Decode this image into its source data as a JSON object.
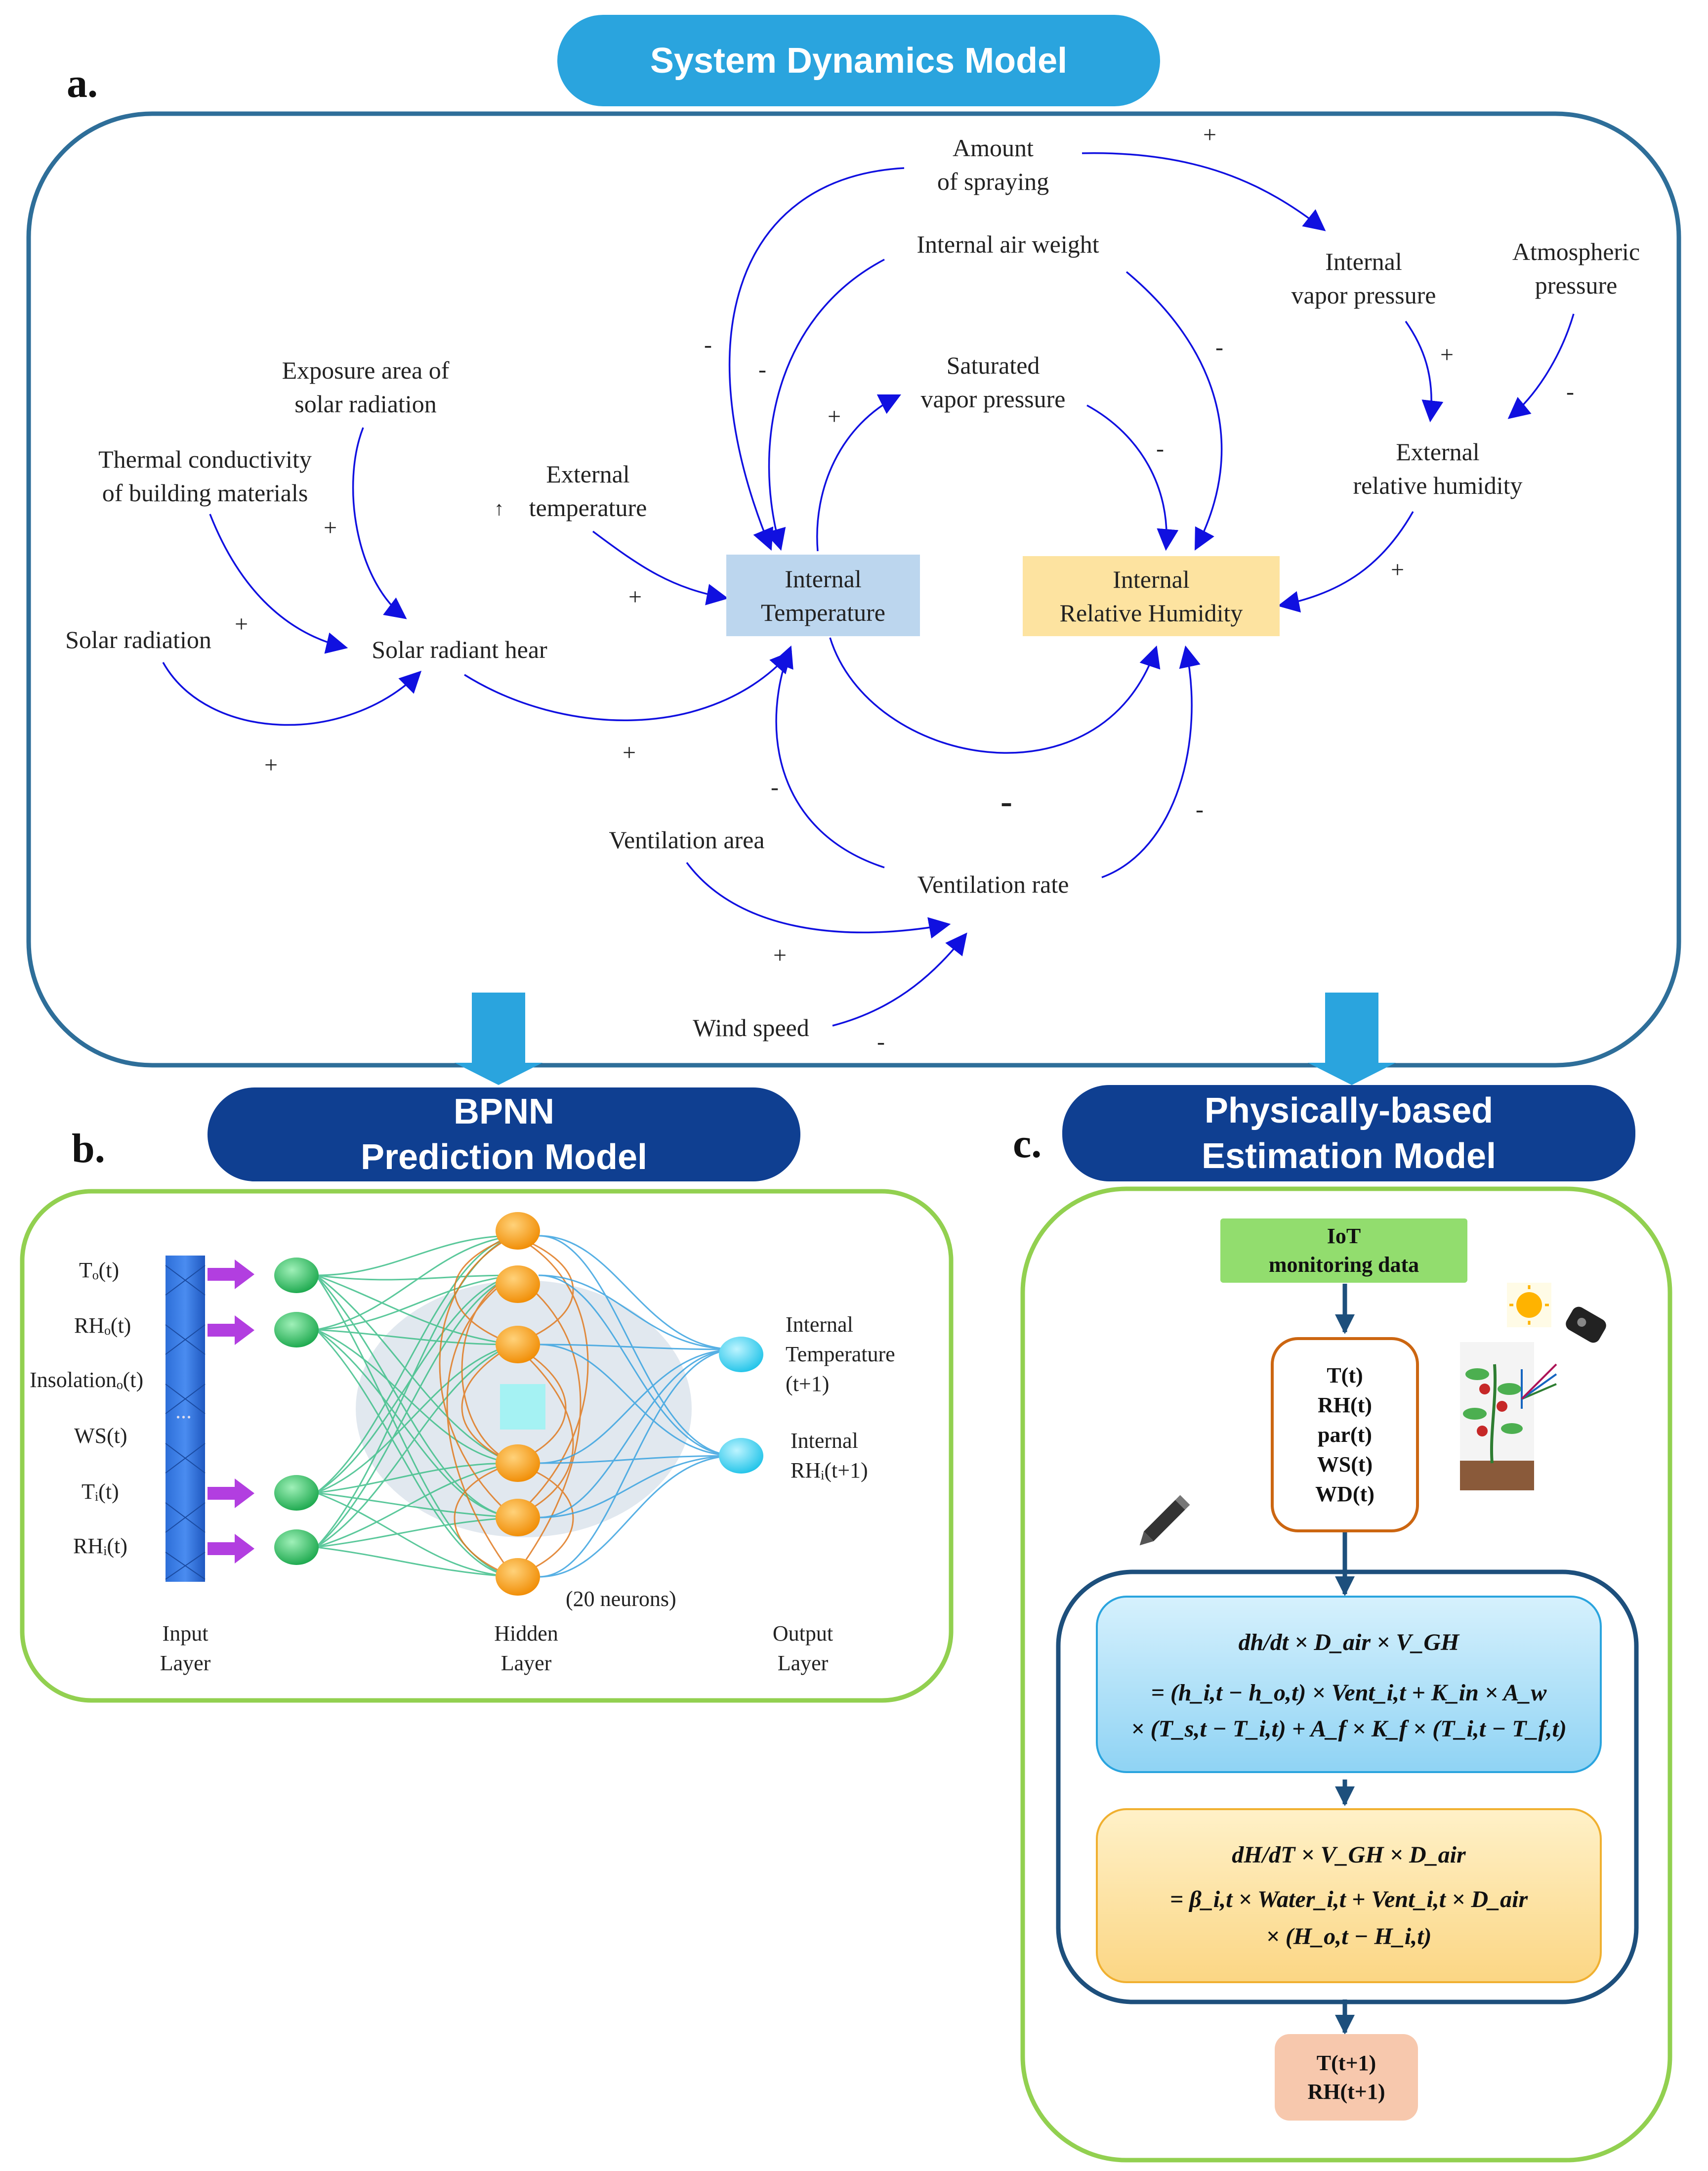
{
  "panel_a": {
    "letter": "a.",
    "title": "System Dynamics Model",
    "nodes": {
      "amount_spraying": "Amount\nof spraying",
      "internal_air_weight": "Internal  air weight",
      "internal_vapor_pressure": "Internal\nvapor pressure",
      "atmospheric_pressure": "Atmospheric\npressure",
      "saturated_vapor_pressure": "Saturated\nvapor pressure",
      "exposure_area": "Exposure area of\nsolar radiation",
      "thermal_conductivity": "Thermal  conductivity\nof building  materials",
      "external_temperature": "External\ntemperature",
      "external_relative_humidity": "External\nrelative  humidity",
      "solar_radiation": "Solar radiation",
      "solar_radiant_hear": "Solar radiant  hear",
      "internal_temperature": "Internal\nTemperature",
      "internal_relative_humidity": "Internal\nRelative  Humidity",
      "ventilation_area": "Ventilation  area",
      "ventilation_rate": "Ventilation  rate",
      "wind_speed": "Wind speed"
    },
    "stray_mark": "↑",
    "signs": {
      "s1": "+",
      "s2": "-",
      "s3": "-",
      "s4": "+",
      "s5": "-",
      "s6": "+",
      "s7": "-",
      "s8": "-",
      "s9": "+",
      "s10": "+",
      "s11": "+",
      "s12": "+",
      "s13": "+",
      "s14": "+",
      "s15": "-",
      "s16": "-",
      "s17": "-",
      "s18": "+",
      "s19": "-",
      "s20": "-"
    }
  },
  "panel_b": {
    "letter": "b.",
    "title": "BPNN\nPrediction Model",
    "inputs": [
      "Tₒ(t)",
      "RHₒ(t)",
      "Insolationₒ(t)",
      "WS(t)",
      "Tᵢ(t)",
      "RHᵢ(t)"
    ],
    "ellipsis": "...",
    "outputs": [
      "Internal\nTemperature\n(t+1)",
      "Internal\nRHᵢ(t+1)"
    ],
    "neurons_note": "(20 neurons)",
    "layers": [
      "Input\nLayer",
      "Hidden\nLayer",
      "Output\nLayer"
    ]
  },
  "panel_c": {
    "letter": "c.",
    "title": "Physically-based\nEstimation Model",
    "iot": "IoT\nmonitoring data",
    "vars": "T(t)\nRH(t)\npar(t)\nWS(t)\nWD(t)",
    "eq1": {
      "l1": "dh/dt × D_air × V_GH",
      "l2": "= (h_i,t − h_o,t) × Vent_i,t + K_in × A_w",
      "l3": "× (T_s,t − T_i,t) + A_f × K_f × (T_i,t − T_f,t)"
    },
    "eq2": {
      "l1": "dH/dT × V_GH × D_air",
      "l2": "= β_i,t × Water_i,t + Vent_i,t × D_air",
      "l3": "× (H_o,t − H_i,t)"
    },
    "output": "T(t+1)\nRH(t+1)"
  },
  "colors": {
    "sd_pill": "#2aa4de",
    "dark_pill": "#0f3f91",
    "link_arrow": "#1010e0",
    "temp_box": "#bcd6ee",
    "rh_box": "#fde3a0",
    "green_border": "#92d050",
    "iot_box": "#92dd6e",
    "vars_border": "#cc6611",
    "eq1_fill": "#9fd9f5",
    "eq2_fill": "#fde2a0",
    "out_box": "#f7c8ad"
  }
}
